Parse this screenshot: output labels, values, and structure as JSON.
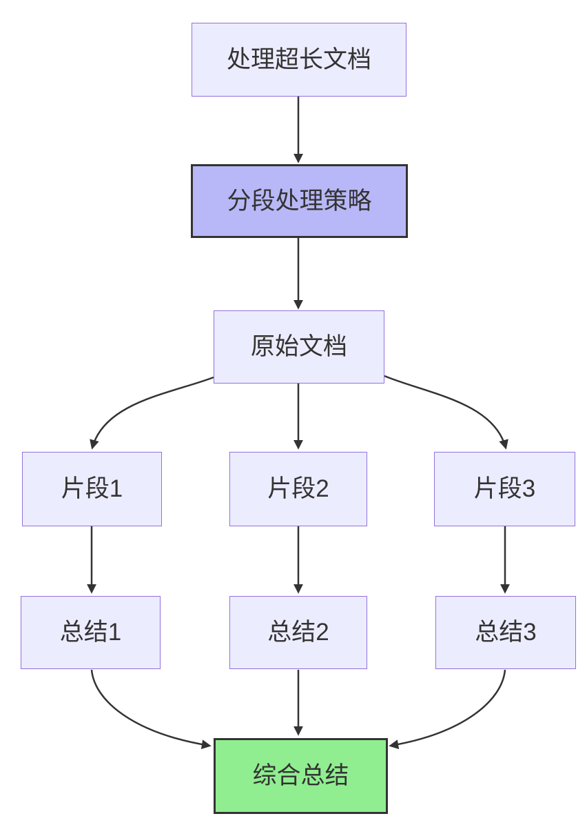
{
  "diagram": {
    "type": "flowchart",
    "direction": "top-down",
    "nodes": {
      "process_long_doc": {
        "label": "处理超长文档"
      },
      "strategy": {
        "label": "分段处理策略"
      },
      "original_doc": {
        "label": "原始文档"
      },
      "fragment_1": {
        "label": "片段1"
      },
      "fragment_2": {
        "label": "片段2"
      },
      "fragment_3": {
        "label": "片段3"
      },
      "summary_1": {
        "label": "总结1"
      },
      "summary_2": {
        "label": "总结2"
      },
      "summary_3": {
        "label": "总结3"
      },
      "final_summary": {
        "label": "综合总结"
      }
    },
    "edges": [
      {
        "from": "处理超长文档",
        "to": "分段处理策略"
      },
      {
        "from": "分段处理策略",
        "to": "原始文档"
      },
      {
        "from": "原始文档",
        "to": "片段1"
      },
      {
        "from": "原始文档",
        "to": "片段2"
      },
      {
        "from": "原始文档",
        "to": "片段3"
      },
      {
        "from": "片段1",
        "to": "总结1"
      },
      {
        "from": "片段2",
        "to": "总结2"
      },
      {
        "from": "片段3",
        "to": "总结3"
      },
      {
        "from": "总结1",
        "to": "综合总结"
      },
      {
        "from": "总结2",
        "to": "综合总结"
      },
      {
        "from": "总结3",
        "to": "综合总结"
      }
    ],
    "colors": {
      "background": "#FFFFFF",
      "node_fill": "#ECECFF",
      "node_border": "#9370DB",
      "strategy_fill": "#B8B8F8",
      "final_summary_fill": "#90EE90",
      "emphasis_border": "#333333",
      "edge": "#333333",
      "text": "#333333"
    }
  }
}
